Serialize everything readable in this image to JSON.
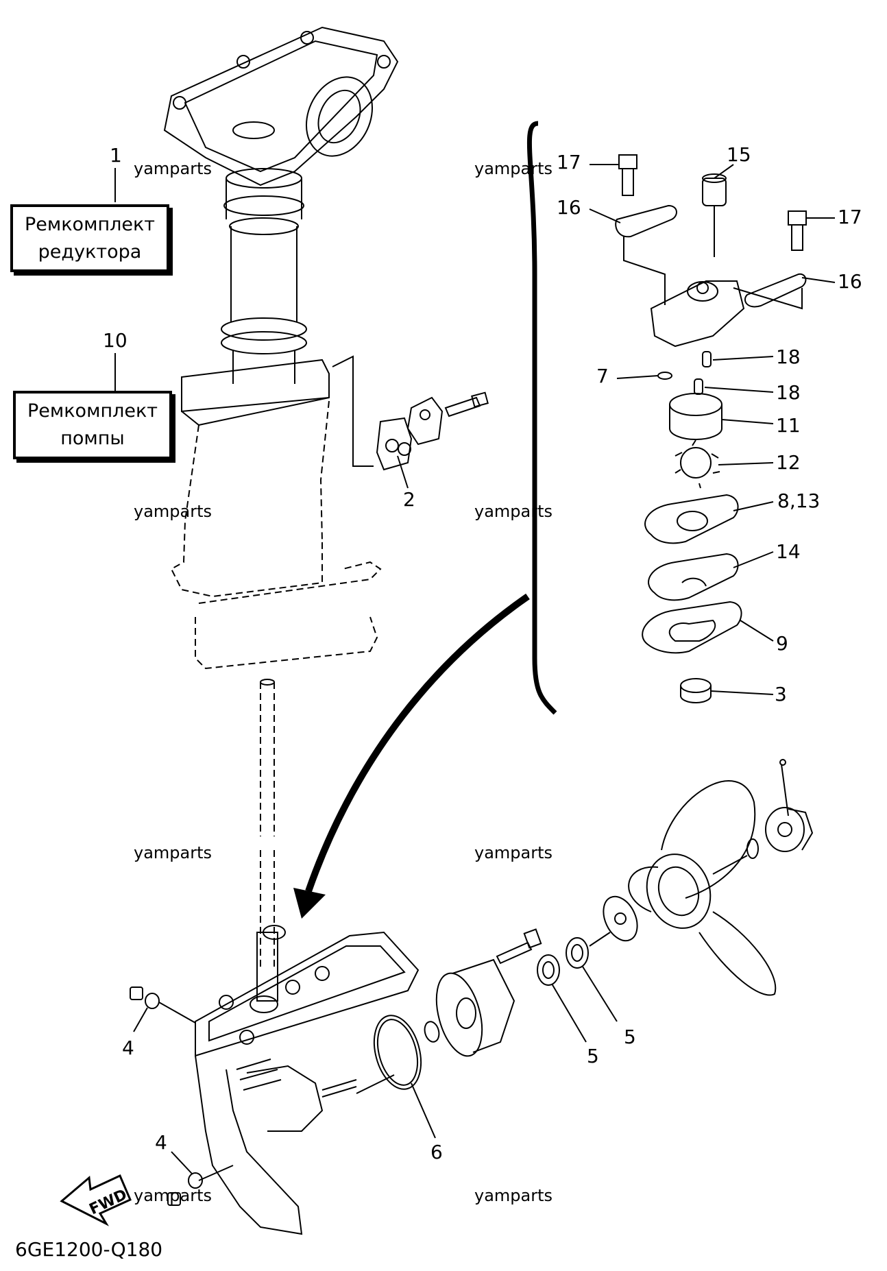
{
  "diagram_code": "6GE1200-Q180",
  "watermark": "yamparts",
  "direction_label": "FWD",
  "kits": [
    {
      "number": "1",
      "line1": "Ремкомплект",
      "line2": "редуктора"
    },
    {
      "number": "10",
      "line1": "Ремкомплект",
      "line2": "помпы"
    }
  ],
  "callouts": {
    "c2": "2",
    "c3": "3",
    "c4a": "4",
    "c4b": "4",
    "c5a": "5",
    "c5b": "5",
    "c6": "6",
    "c7": "7",
    "c8_13": "8,13",
    "c9": "9",
    "c11": "11",
    "c12": "12",
    "c14": "14",
    "c15": "15",
    "c16a": "16",
    "c16b": "16",
    "c17a": "17",
    "c17b": "17",
    "c18a": "18",
    "c18b": "18"
  }
}
